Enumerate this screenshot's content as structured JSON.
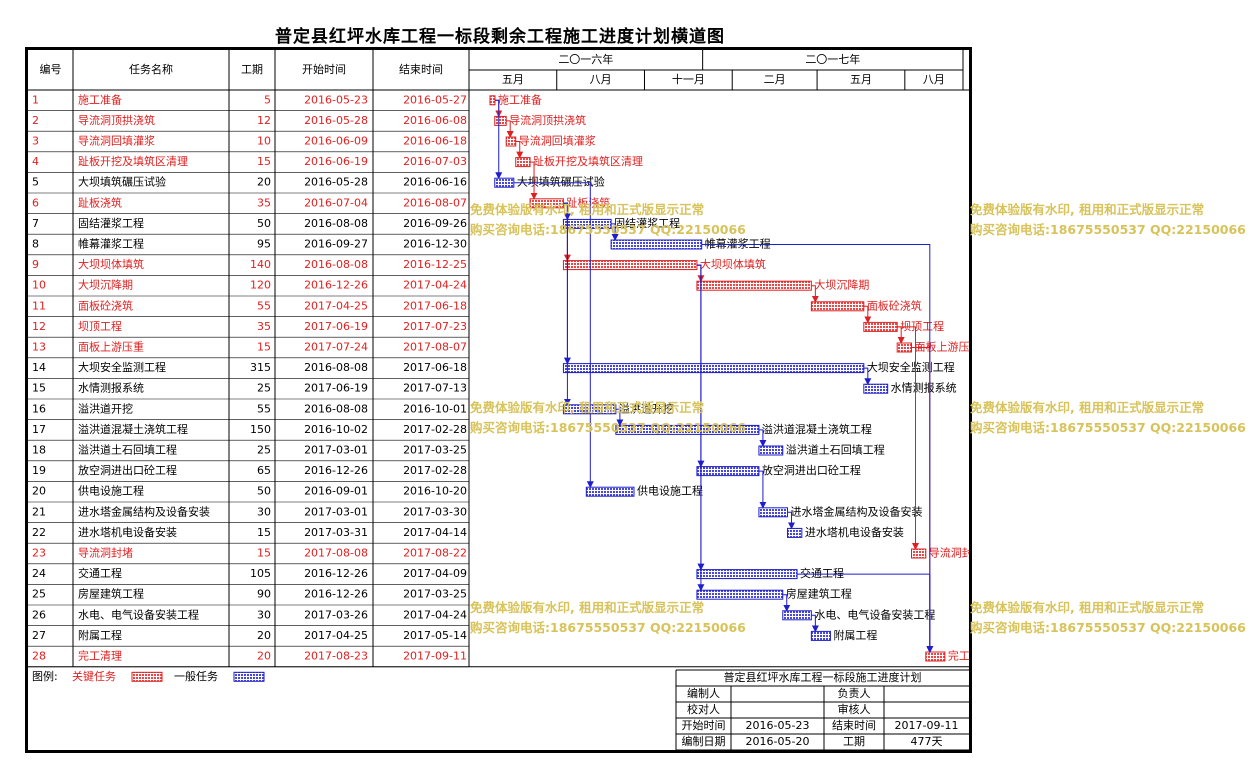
{
  "title": "普定县红坪水库工程一标段剩余工程施工进度计划横道图",
  "header": {
    "col_id": "编号",
    "col_name": "任务名称",
    "col_dur": "工期",
    "col_start": "开始时间",
    "col_end": "结束时间"
  },
  "timescale": {
    "years": [
      {
        "label": "二〇一六年",
        "from": "2016-05-01",
        "to": "2017-01-01"
      },
      {
        "label": "二〇一七年",
        "from": "2017-01-01",
        "to": "2017-10-01"
      }
    ],
    "months": [
      {
        "label": "五月",
        "from": "2016-05-01",
        "to": "2016-08-01"
      },
      {
        "label": "八月",
        "from": "2016-08-01",
        "to": "2016-11-01"
      },
      {
        "label": "十一月",
        "from": "2016-11-01",
        "to": "2017-02-01"
      },
      {
        "label": "二月",
        "from": "2017-02-01",
        "to": "2017-05-01"
      },
      {
        "label": "五月",
        "from": "2017-05-01",
        "to": "2017-08-01"
      },
      {
        "label": "八月",
        "from": "2017-08-01",
        "to": "2017-10-01"
      }
    ]
  },
  "colors": {
    "critical": "#e02020",
    "normal": "#1e1ecc",
    "critical_fill": "#e84848",
    "normal_fill": "#4848d8",
    "watermark": "#d8c35a"
  },
  "chart_data": {
    "type": "gantt",
    "title": "普定县红坪水库工程一标段剩余工程施工进度计划横道图",
    "x_range": [
      "2016-05-01",
      "2017-10-01"
    ],
    "tasks": [
      {
        "id": "1",
        "name": "施工准备",
        "duration": "5",
        "start": "2016-05-23",
        "end": "2016-05-27",
        "critical": true
      },
      {
        "id": "2",
        "name": "导流洞顶拱浇筑",
        "duration": "12",
        "start": "2016-05-28",
        "end": "2016-06-08",
        "critical": true
      },
      {
        "id": "3",
        "name": "导流洞回填灌浆",
        "duration": "10",
        "start": "2016-06-09",
        "end": "2016-06-18",
        "critical": true
      },
      {
        "id": "4",
        "name": "趾板开挖及填筑区清理",
        "duration": "15",
        "start": "2016-06-19",
        "end": "2016-07-03",
        "critical": true
      },
      {
        "id": "5",
        "name": "大坝填筑碾压试验",
        "duration": "20",
        "start": "2016-05-28",
        "end": "2016-06-16",
        "critical": false
      },
      {
        "id": "6",
        "name": "趾板浇筑",
        "duration": "35",
        "start": "2016-07-04",
        "end": "2016-08-07",
        "critical": true
      },
      {
        "id": "7",
        "name": "固结灌浆工程",
        "duration": "50",
        "start": "2016-08-08",
        "end": "2016-09-26",
        "critical": false
      },
      {
        "id": "8",
        "name": "帷幕灌浆工程",
        "duration": "95",
        "start": "2016-09-27",
        "end": "2016-12-30",
        "critical": false
      },
      {
        "id": "9",
        "name": "大坝坝体填筑",
        "duration": "140",
        "start": "2016-08-08",
        "end": "2016-12-25",
        "critical": true
      },
      {
        "id": "10",
        "name": "大坝沉降期",
        "duration": "120",
        "start": "2016-12-26",
        "end": "2017-04-24",
        "critical": true
      },
      {
        "id": "11",
        "name": "面板砼浇筑",
        "duration": "55",
        "start": "2017-04-25",
        "end": "2017-06-18",
        "critical": true
      },
      {
        "id": "12",
        "name": "坝顶工程",
        "duration": "35",
        "start": "2017-06-19",
        "end": "2017-07-23",
        "critical": true
      },
      {
        "id": "13",
        "name": "面板上游压重",
        "duration": "15",
        "start": "2017-07-24",
        "end": "2017-08-07",
        "critical": true
      },
      {
        "id": "14",
        "name": "大坝安全监测工程",
        "duration": "315",
        "start": "2016-08-08",
        "end": "2017-06-18",
        "critical": false
      },
      {
        "id": "15",
        "name": "水情测报系统",
        "duration": "25",
        "start": "2017-06-19",
        "end": "2017-07-13",
        "critical": false
      },
      {
        "id": "16",
        "name": "溢洪道开挖",
        "duration": "55",
        "start": "2016-08-08",
        "end": "2016-10-01",
        "critical": false
      },
      {
        "id": "17",
        "name": "溢洪道混凝土浇筑工程",
        "duration": "150",
        "start": "2016-10-02",
        "end": "2017-02-28",
        "critical": false
      },
      {
        "id": "18",
        "name": "溢洪道土石回填工程",
        "duration": "25",
        "start": "2017-03-01",
        "end": "2017-03-25",
        "critical": false
      },
      {
        "id": "19",
        "name": "放空洞进出口砼工程",
        "duration": "65",
        "start": "2016-12-26",
        "end": "2017-02-28",
        "critical": false
      },
      {
        "id": "20",
        "name": "供电设施工程",
        "duration": "50",
        "start": "2016-09-01",
        "end": "2016-10-20",
        "critical": false
      },
      {
        "id": "21",
        "name": "进水塔金属结构及设备安装",
        "duration": "30",
        "start": "2017-03-01",
        "end": "2017-03-30",
        "critical": false
      },
      {
        "id": "22",
        "name": "进水塔机电设备安装",
        "duration": "15",
        "start": "2017-03-31",
        "end": "2017-04-14",
        "critical": false
      },
      {
        "id": "23",
        "name": "导流洞封堵",
        "duration": "15",
        "start": "2017-08-08",
        "end": "2017-08-22",
        "critical": true
      },
      {
        "id": "24",
        "name": "交通工程",
        "duration": "105",
        "start": "2016-12-26",
        "end": "2017-04-09",
        "critical": false
      },
      {
        "id": "25",
        "name": "房屋建筑工程",
        "duration": "90",
        "start": "2016-12-26",
        "end": "2017-03-25",
        "critical": false
      },
      {
        "id": "26",
        "name": "水电、电气设备安装工程",
        "duration": "30",
        "start": "2017-03-26",
        "end": "2017-04-24",
        "critical": false
      },
      {
        "id": "27",
        "name": "附属工程",
        "duration": "20",
        "start": "2017-04-25",
        "end": "2017-05-14",
        "critical": false
      },
      {
        "id": "28",
        "name": "完工清理",
        "duration": "20",
        "start": "2017-08-23",
        "end": "2017-09-11",
        "critical": true
      }
    ],
    "links": [
      [
        1,
        2
      ],
      [
        2,
        3
      ],
      [
        3,
        4
      ],
      [
        1,
        5
      ],
      [
        4,
        6
      ],
      [
        6,
        7
      ],
      [
        7,
        8
      ],
      [
        6,
        9
      ],
      [
        9,
        10
      ],
      [
        10,
        11
      ],
      [
        11,
        12
      ],
      [
        12,
        13
      ],
      [
        13,
        28
      ],
      [
        6,
        14
      ],
      [
        14,
        15
      ],
      [
        6,
        16
      ],
      [
        16,
        17
      ],
      [
        17,
        18
      ],
      [
        9,
        19
      ],
      [
        5,
        20
      ],
      [
        19,
        21
      ],
      [
        21,
        22
      ],
      [
        12,
        23
      ],
      [
        9,
        24
      ],
      [
        9,
        25
      ],
      [
        25,
        26
      ],
      [
        26,
        27
      ],
      [
        8,
        28
      ],
      [
        24,
        28
      ]
    ]
  },
  "legend": {
    "label": "图例:",
    "critical": "关键任务",
    "normal": "一般任务"
  },
  "info": {
    "table_title": "普定县红坪水库工程一标段施工进度计划",
    "editor_label": "编制人",
    "editor": "",
    "owner_label": "负责人",
    "owner": "",
    "checker_label": "校对人",
    "checker": "",
    "reviewer_label": "审核人",
    "reviewer": "",
    "start_label": "开始时间",
    "start": "2016-05-23",
    "end_label": "结束时间",
    "end": "2017-09-11",
    "date_label": "编制日期",
    "date": "2016-05-20",
    "dur_label": "工期",
    "dur": "477天"
  },
  "watermark": {
    "line1": "免费体验版有水印, 租用和正式版显示正常",
    "line2": "购买咨询电话:18675550537 QQ:22150066"
  }
}
